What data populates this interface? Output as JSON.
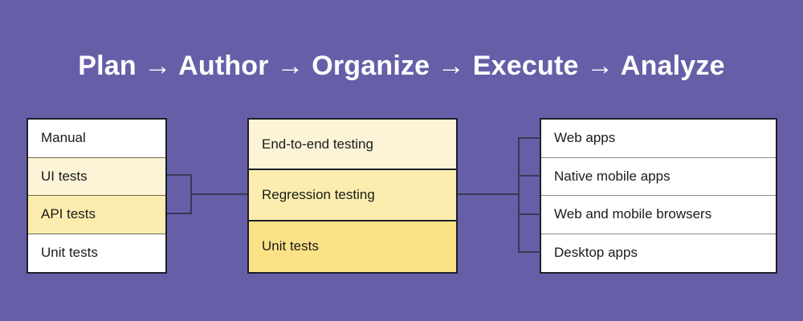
{
  "background_color": "#665FA8",
  "title": "Plan → Author → Organize → Execute → Analyze",
  "diagram": {
    "columns": [
      {
        "name": "plan-methods",
        "rows": [
          {
            "label": "Manual",
            "fill": "#FFFFFF"
          },
          {
            "label": "UI tests",
            "fill": "#FDF4D8"
          },
          {
            "label": "API tests",
            "fill": "#FCEDAE"
          },
          {
            "label": "Unit tests",
            "fill": "#FFFFFF"
          }
        ]
      },
      {
        "name": "test-types",
        "rows": [
          {
            "label": "End-to-end testing",
            "fill": "#FDF4D8"
          },
          {
            "label": "Regression testing",
            "fill": "#FCEDAE"
          },
          {
            "label": "Unit tests",
            "fill": "#FBE287"
          }
        ]
      },
      {
        "name": "targets",
        "rows": [
          {
            "label": "Web apps",
            "fill": "#FFFFFF"
          },
          {
            "label": "Native mobile apps",
            "fill": "#FFFFFF"
          },
          {
            "label": "Web and mobile browsers",
            "fill": "#FFFFFF"
          },
          {
            "label": "Desktop apps",
            "fill": "#FFFFFF"
          }
        ]
      }
    ],
    "connector_color": "#3B3756",
    "border_color": "#1E1E28"
  }
}
